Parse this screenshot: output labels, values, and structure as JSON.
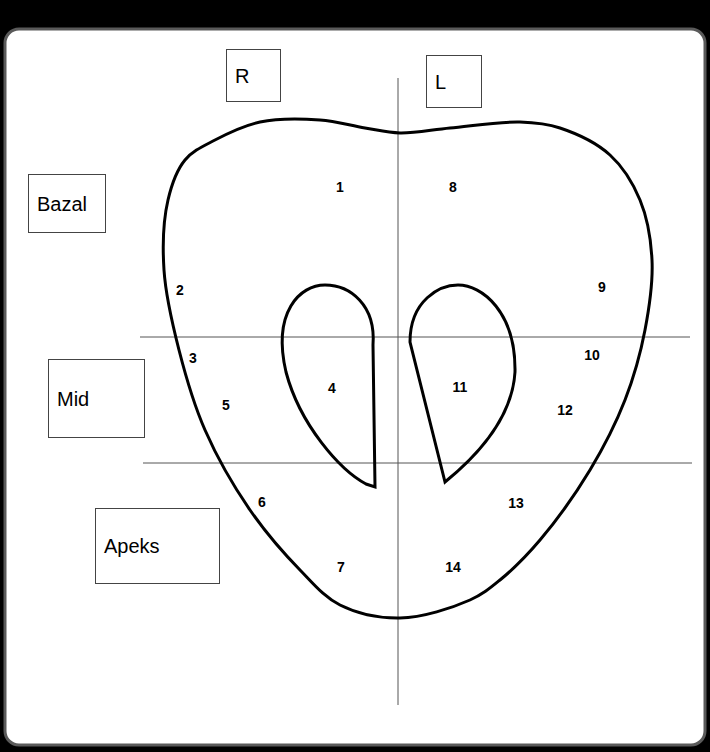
{
  "diagram": {
    "nodes": [
      {
        "text": [
          "R"
        ]
      },
      {
        "text": [
          "L"
        ]
      },
      {
        "text": [
          "Bazal"
        ]
      },
      {
        "text": [
          "Mid"
        ]
      },
      {
        "text": [
          "Apeks"
        ]
      }
    ],
    "labels": [
      "1",
      "8",
      "2",
      "9",
      "3",
      "10",
      "4",
      "11",
      "5",
      "12",
      "6",
      "13",
      "7",
      "14"
    ]
  }
}
